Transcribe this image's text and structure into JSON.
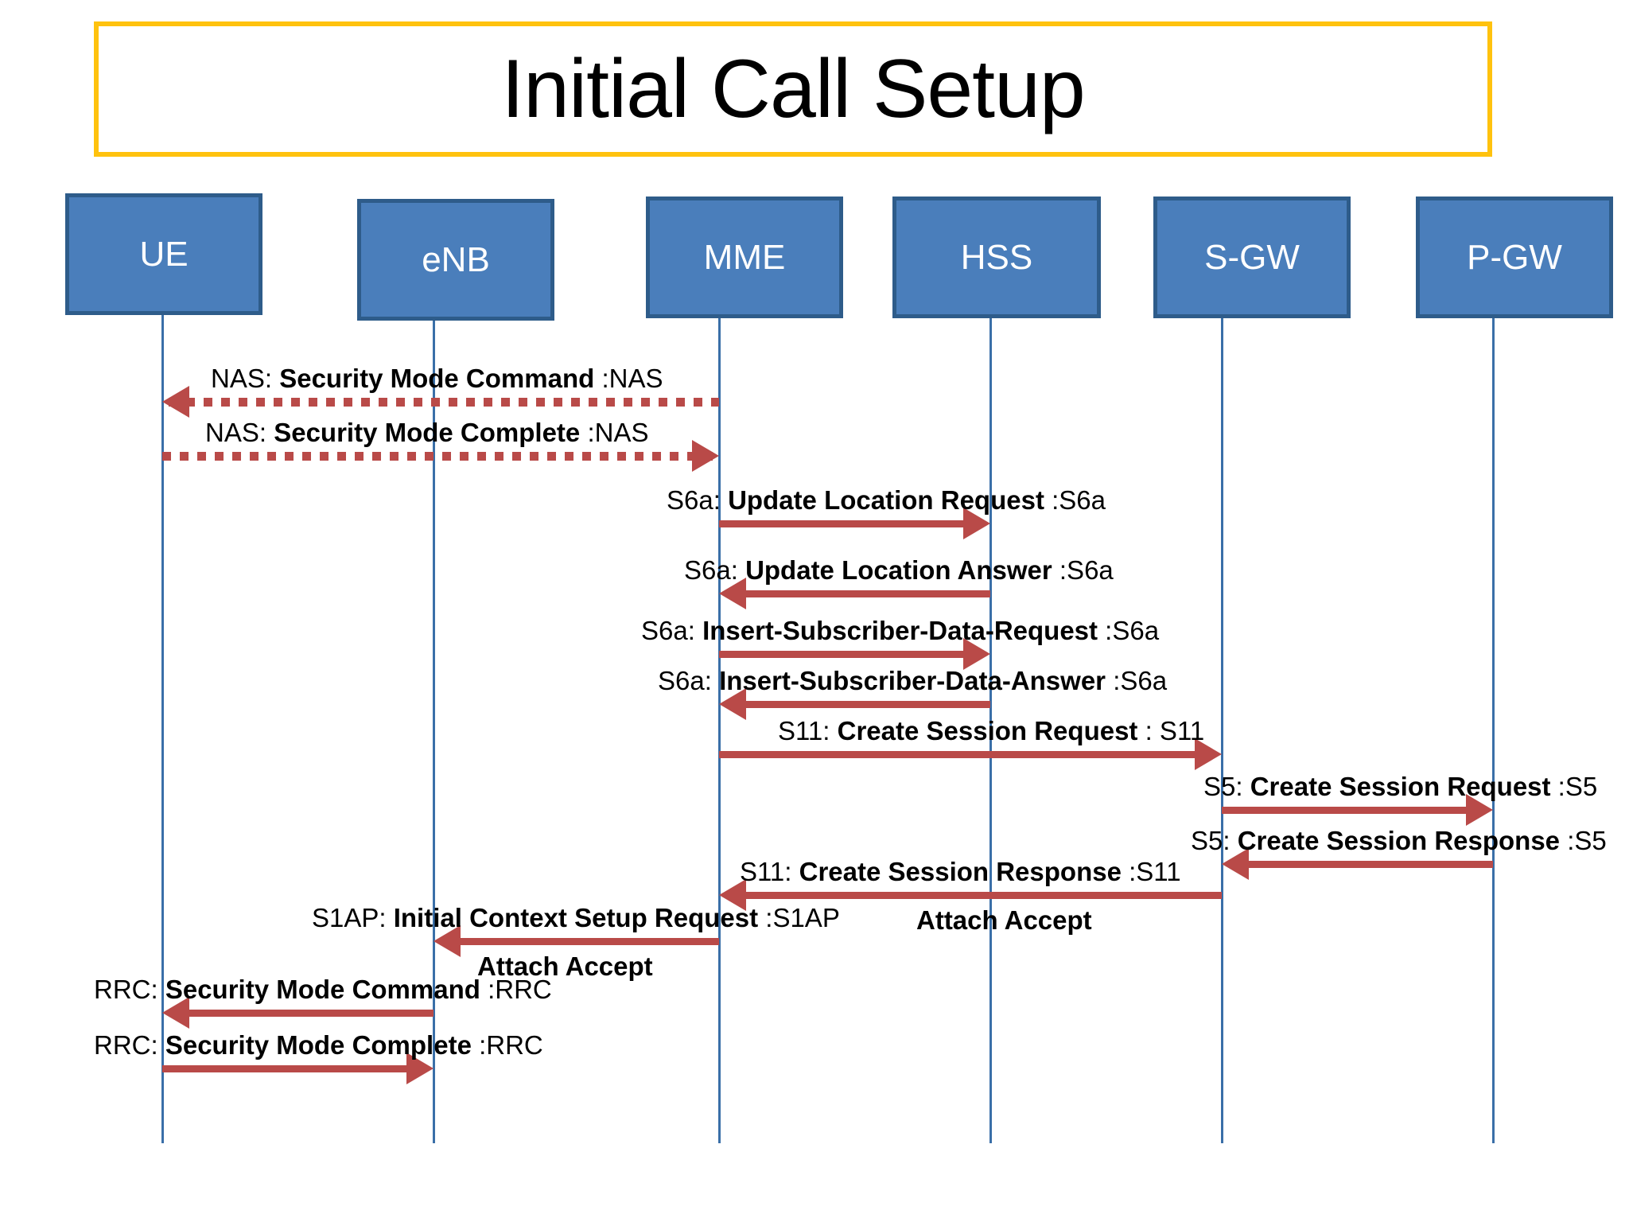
{
  "diagram": {
    "title": "Initial Call Setup",
    "title_border_color": "#ffc20e",
    "node_fill_color": "#4a7ebb",
    "node_border_color": "#2e5c8a",
    "lifeline_color": "#3a6fa8",
    "message_color": "#b94a48"
  },
  "nodes": [
    {
      "id": "ue",
      "label": "UE"
    },
    {
      "id": "enb",
      "label": "eNB"
    },
    {
      "id": "mme",
      "label": "MME"
    },
    {
      "id": "hss",
      "label": "HSS"
    },
    {
      "id": "sgw",
      "label": "S-GW"
    },
    {
      "id": "pgw",
      "label": "P-GW"
    }
  ],
  "messages": [
    {
      "id": "nas-security-mode-command",
      "prefix": "NAS: ",
      "name": "Security Mode Command",
      "suffix": " :NAS",
      "from": "mme",
      "to": "ue",
      "direction": "left",
      "style": "dotted"
    },
    {
      "id": "nas-security-mode-complete",
      "prefix": "NAS: ",
      "name": "Security Mode Complete",
      "suffix": "  :NAS",
      "from": "ue",
      "to": "mme",
      "direction": "right",
      "style": "dotted"
    },
    {
      "id": "s6a-update-location-request",
      "prefix": "S6a: ",
      "name": "Update  Location Request",
      "suffix": " :S6a",
      "from": "mme",
      "to": "hss",
      "direction": "right",
      "style": "solid"
    },
    {
      "id": "s6a-update-location-answer",
      "prefix": "S6a: ",
      "name": "Update  Location Answer",
      "suffix": " :S6a",
      "from": "hss",
      "to": "mme",
      "direction": "left",
      "style": "solid"
    },
    {
      "id": "s6a-insert-subscriber-data-request",
      "prefix": "S6a: ",
      "name": "Insert-Subscriber-Data-Request",
      "suffix": " :S6a",
      "from": "mme",
      "to": "hss",
      "direction": "right",
      "style": "solid"
    },
    {
      "id": "s6a-insert-subscriber-data-answer",
      "prefix": "S6a: ",
      "name": "Insert-Subscriber-Data-Answer",
      "suffix": " :S6a",
      "from": "hss",
      "to": "mme",
      "direction": "left",
      "style": "solid"
    },
    {
      "id": "s11-create-session-request",
      "prefix": "S11: ",
      "name": "Create Session Request",
      "suffix": " : S11",
      "from": "mme",
      "to": "sgw",
      "direction": "right",
      "style": "solid"
    },
    {
      "id": "s5-create-session-request",
      "prefix": "S5: ",
      "name": "Create Session Request",
      "suffix": " :S5",
      "from": "sgw",
      "to": "pgw",
      "direction": "right",
      "style": "solid"
    },
    {
      "id": "s5-create-session-response",
      "prefix": "S5:  ",
      "name": "Create Session Response",
      "suffix": " :S5",
      "from": "pgw",
      "to": "sgw",
      "direction": "left",
      "style": "solid"
    },
    {
      "id": "s11-create-session-response",
      "prefix": "S11:  ",
      "name": "Create Session Response",
      "suffix": " :S11",
      "from": "sgw",
      "to": "mme",
      "direction": "left",
      "style": "solid",
      "sub_label": "Attach Accept"
    },
    {
      "id": "s1ap-initial-context-setup-request",
      "prefix": "S1AP:  ",
      "name": "Initial Context Setup Request",
      "suffix": " :S1AP",
      "from": "mme",
      "to": "enb",
      "direction": "left",
      "style": "solid",
      "sub_label": "Attach Accept"
    },
    {
      "id": "rrc-security-mode-command",
      "prefix": "RRC: ",
      "name": "Security Mode Command",
      "suffix": " :RRC",
      "from": "enb",
      "to": "ue",
      "direction": "left",
      "style": "solid"
    },
    {
      "id": "rrc-security-mode-complete",
      "prefix": "RRC: ",
      "name": "Security Mode Complete",
      "suffix": " :RRC",
      "from": "ue",
      "to": "enb",
      "direction": "right",
      "style": "solid"
    }
  ]
}
